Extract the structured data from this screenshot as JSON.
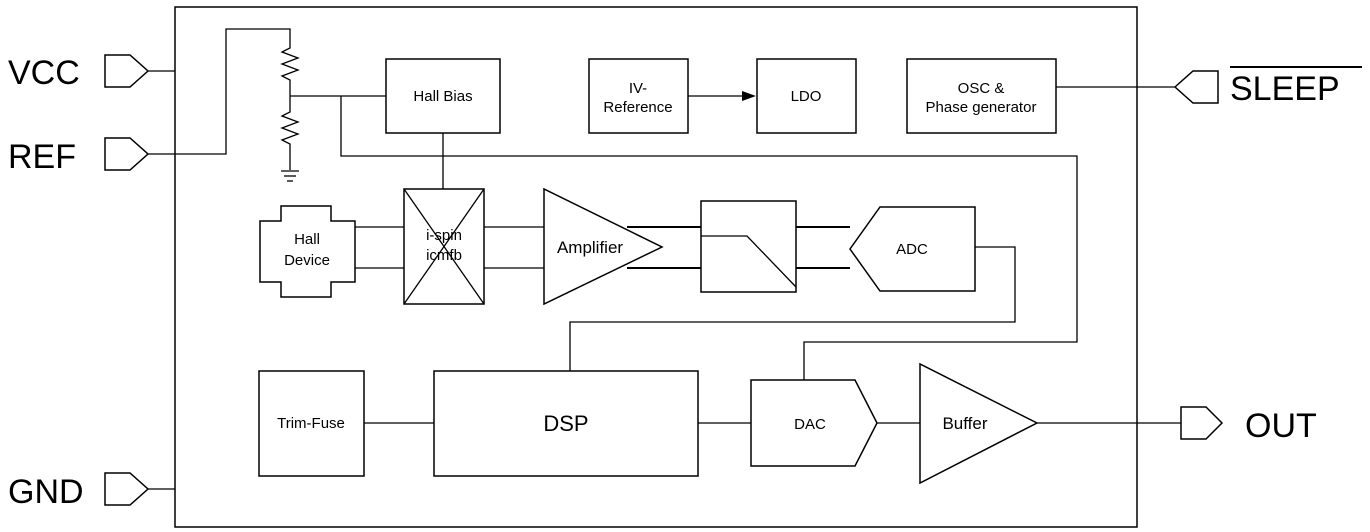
{
  "pins": {
    "vcc": "VCC",
    "ref": "REF",
    "gnd": "GND",
    "sleep": "SLEEP",
    "out": "OUT"
  },
  "blocks": {
    "hall_bias": "Hall Bias",
    "iv_reference_line1": "IV-",
    "iv_reference_line2": "Reference",
    "ldo": "LDO",
    "osc_line1": "OSC &",
    "osc_line2": "Phase generator",
    "hall_device_line1": "Hall",
    "hall_device_line2": "Device",
    "ispin_line1": "i-spin",
    "ispin_line2": "icmfb",
    "amplifier": "Amplifier",
    "adc": "ADC",
    "trim_fuse": "Trim-Fuse",
    "dsp": "DSP",
    "dac": "DAC",
    "buffer": "Buffer"
  }
}
